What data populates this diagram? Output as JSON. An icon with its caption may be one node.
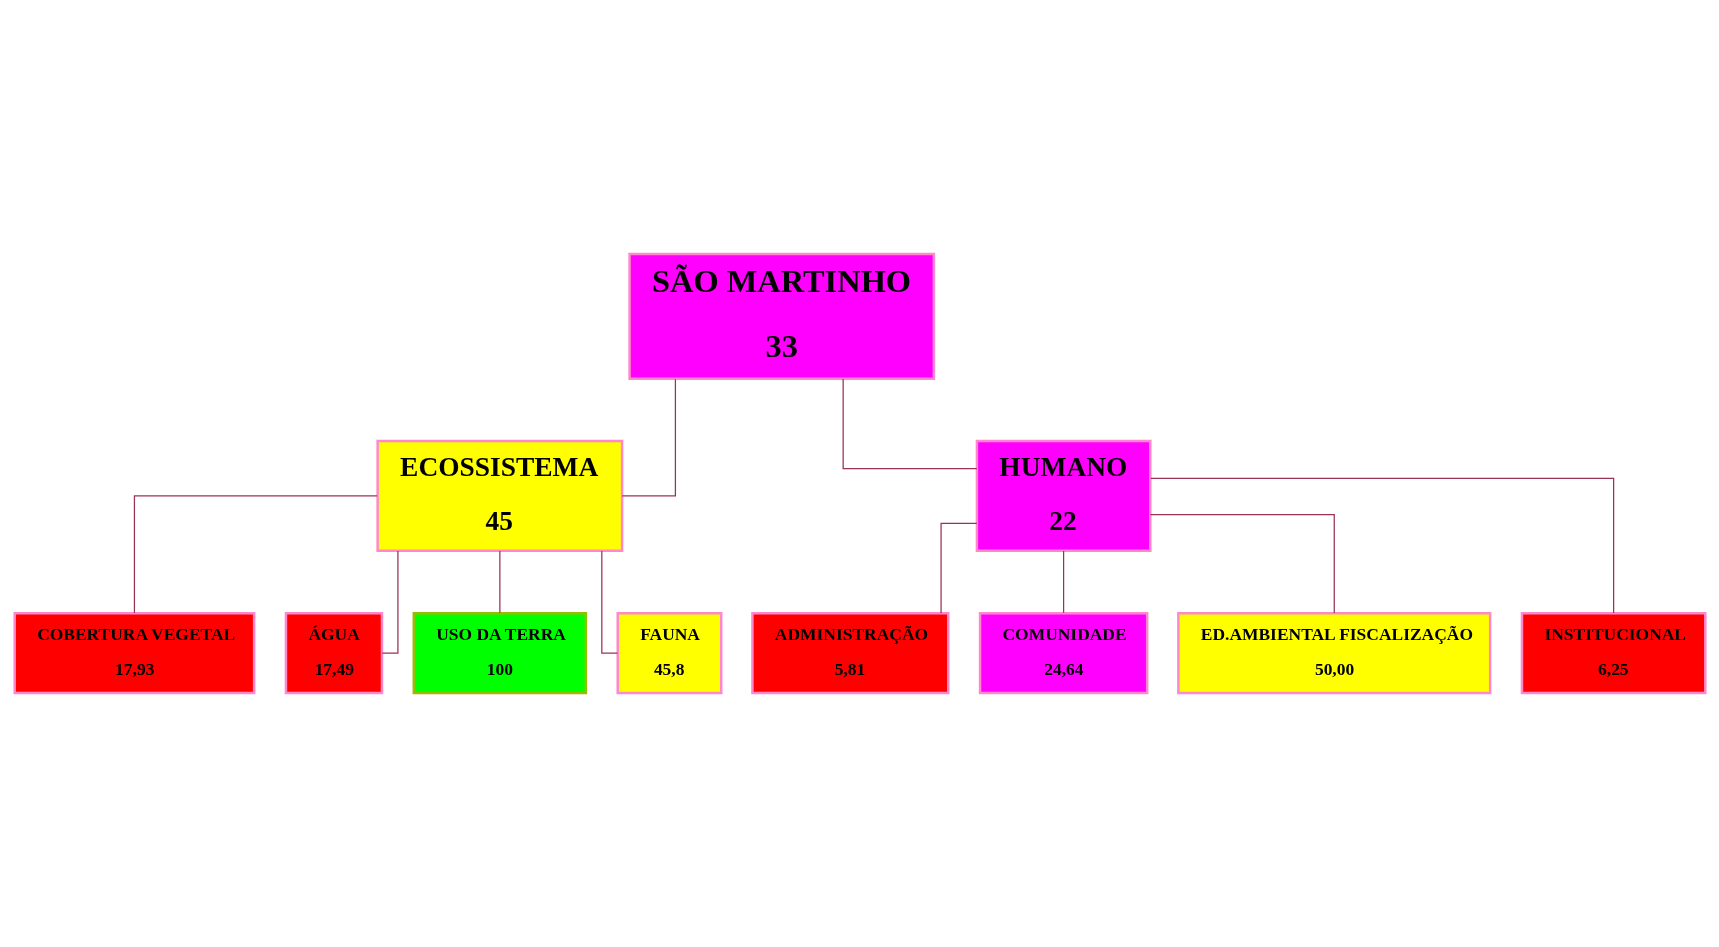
{
  "diagram": {
    "nodes": [
      {
        "text": [
          "SÃO MARTINHO",
          "33"
        ]
      },
      {
        "text": [
          "ECOSSISTEMA",
          "45"
        ]
      },
      {
        "text": [
          "HUMANO",
          "22"
        ]
      },
      {
        "text": [
          "COBERTURA VEGETAL",
          "17,93"
        ]
      },
      {
        "text": [
          "ÁGUA",
          "17,49"
        ]
      },
      {
        "text": [
          "USO DA TERRA",
          "100"
        ]
      },
      {
        "text": [
          "FAUNA",
          "45,8"
        ]
      },
      {
        "text": [
          "ADMINISTRAÇÃO",
          "5,81"
        ]
      },
      {
        "text": [
          "COMUNIDADE",
          "24,64"
        ]
      },
      {
        "text": [
          "ED.AMBIENTAL FISCALIZAÇÃO",
          "50,00"
        ]
      },
      {
        "text": [
          "INSTITUCIONAL",
          "6,25"
        ]
      }
    ],
    "edges": [
      {
        "from": 0,
        "to": 1,
        "arrow": "none"
      },
      {
        "from": 0,
        "to": 2,
        "arrow": "none"
      },
      {
        "from": 1,
        "to": 3,
        "arrow": "none"
      },
      {
        "from": 1,
        "to": 4,
        "arrow": "none"
      },
      {
        "from": 1,
        "to": 5,
        "arrow": "none"
      },
      {
        "from": 1,
        "to": 6,
        "arrow": "none"
      },
      {
        "from": 2,
        "to": 7,
        "arrow": "none"
      },
      {
        "from": 2,
        "to": 8,
        "arrow": "none"
      },
      {
        "from": 2,
        "to": 9,
        "arrow": "none"
      },
      {
        "from": 2,
        "to": 10,
        "arrow": "none"
      }
    ]
  }
}
